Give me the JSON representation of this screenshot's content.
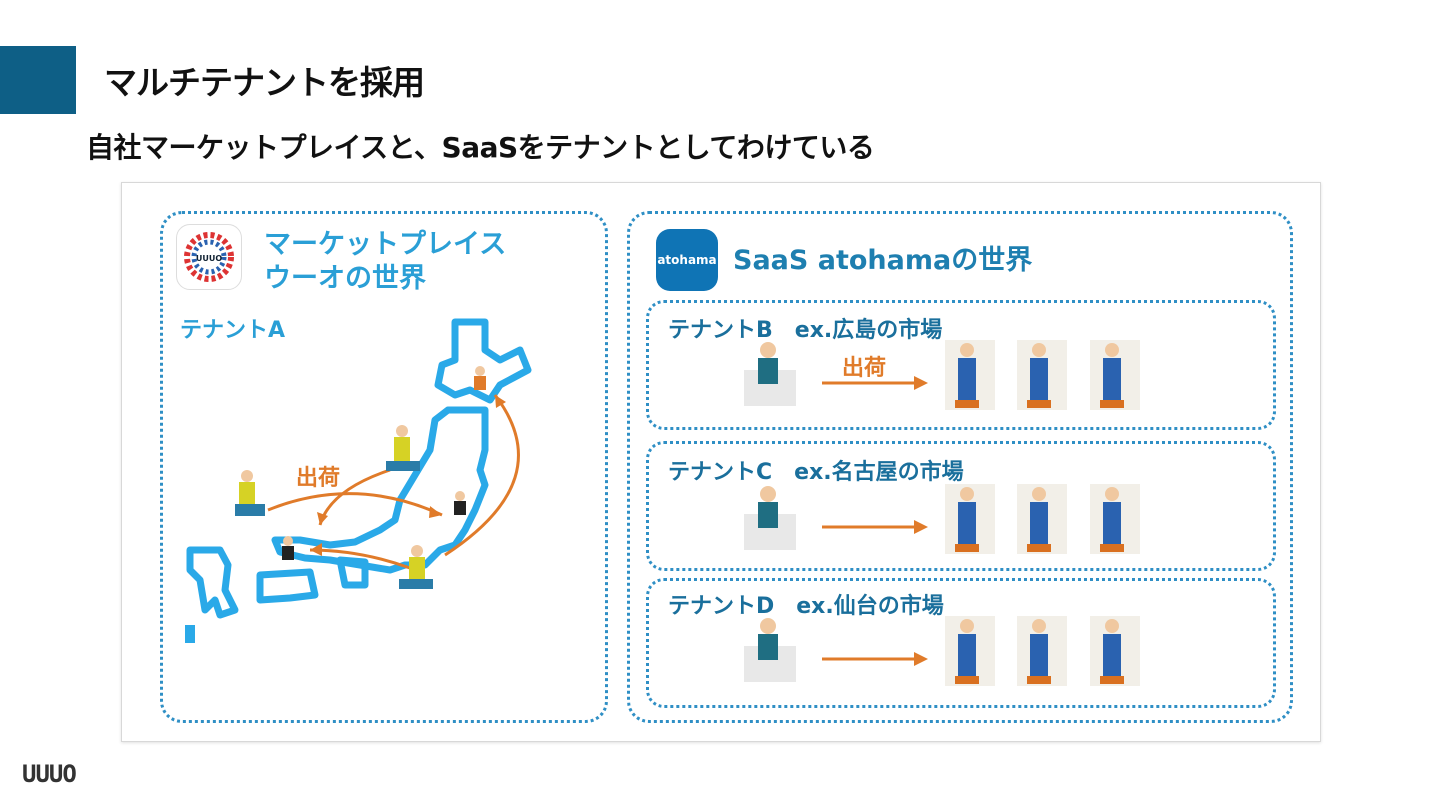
{
  "slide": {
    "title": "マルチテナントを採用",
    "subtitle": "自社マーケットプレイスと、SaaSをテナントとしてわけている"
  },
  "left_panel": {
    "app_icon": "uuuo-app-icon",
    "heading_line1": "マーケットプレイス",
    "heading_line2": "ウーオの世界",
    "tenant_label": "テナントA",
    "ship_label": "出荷"
  },
  "right_panel": {
    "app_icon_text": "atohama",
    "heading": "SaaS atohamaの世界",
    "tenants": [
      {
        "label": "テナントB　ex.広島の市場",
        "arrow_label": "出荷"
      },
      {
        "label": "テナントC　ex.名古屋の市場",
        "arrow_label": ""
      },
      {
        "label": "テナントD　ex.仙台の市場",
        "arrow_label": ""
      }
    ]
  },
  "footer": {
    "logo": "UUUO"
  },
  "colors": {
    "accent": "#0e5f86",
    "map_blue": "#2aa9e8",
    "arrow_orange": "#e07b2a",
    "heading_blue": "#2a9fd6"
  }
}
